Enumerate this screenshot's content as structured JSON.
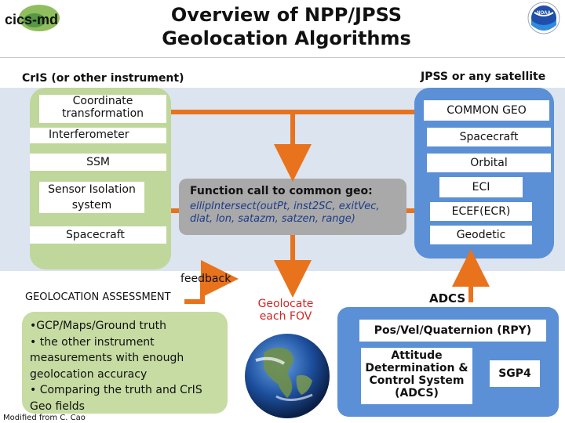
{
  "title_line1": "Overview of NPP/JPSS",
  "title_line2": "Geolocation Algorithms",
  "logos": {
    "cics": "cics-md",
    "noaa": "NOAA"
  },
  "left_header": "CrIS (or other instrument)",
  "right_header": "JPSS or any satellite",
  "instrument_items": [
    "Coordinate transformation",
    "Interferometer",
    "SSM",
    "Sensor Isolation system",
    "Spacecraft"
  ],
  "common_geo_items": [
    "COMMON GEO",
    "Spacecraft",
    "Orbital",
    "ECI",
    "ECEF(ECR)",
    "Geodetic"
  ],
  "function_call_title": "Function call to common geo:",
  "function_call_code": "ellipIntersect(outPt, inst2SC, exitVec, dlat, lon, satazm, satzen, range)",
  "feedback_label": "feedback",
  "assessment_title": "GEOLOCATION ASSESSMENT",
  "assessment_bullets": [
    "•GCP/Maps/Ground truth",
    "• the other instrument measurements  with enough geolocation accuracy",
    "• Comparing the truth and CrIS Geo fields"
  ],
  "geolocate_label": "Geolocate each FOV",
  "adcs_title": "ADCS",
  "adcs_posvel": "Pos/Vel/Quaternion (RPY)",
  "adcs_attitude": "Attitude Determination & Control System (ADCS)",
  "adcs_sgp4": "SGP4",
  "credit": "Modified from C. Cao",
  "colors": {
    "arrow": "#e8731c",
    "green": "#bfd79a",
    "blue": "#5b8fd6",
    "band": "#dbe4ef"
  }
}
